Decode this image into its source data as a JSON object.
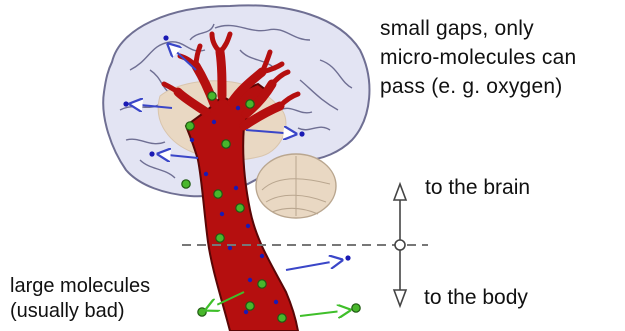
{
  "labels": {
    "small_gaps": [
      "small gaps, only",
      "micro-molecules can",
      "pass (e. g. oxygen)"
    ],
    "to_brain": "to the brain",
    "to_body": "to the body",
    "large_molecules": [
      "large molecules",
      "(usually bad)"
    ]
  },
  "colors": {
    "brain_fill": "#e3e4f3",
    "brain_outline": "#6f6f93",
    "inner_brain": "#e9d8c3",
    "vessel_fill": "#b50f0f",
    "vessel_outline": "#5a0606",
    "green_molecule": "#49b72c",
    "small_molecule": "#1a1ab4",
    "arrow_blue": "#3a46c8",
    "arrow_green": "#3fbf2a",
    "divider": "#777777"
  }
}
